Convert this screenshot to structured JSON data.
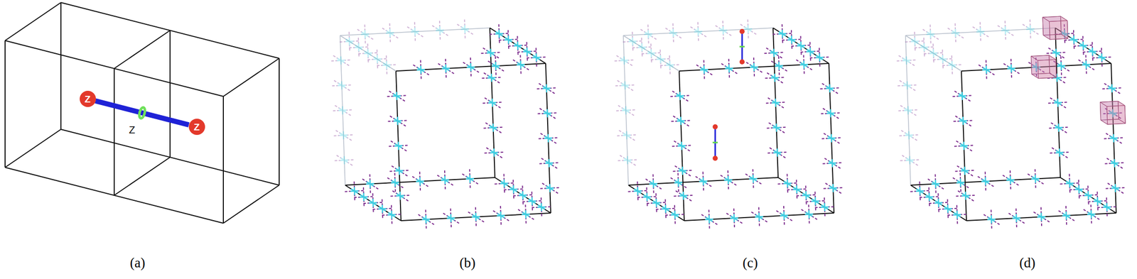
{
  "diagram": {
    "nodes": [
      {
        "text": [
          "Z"
        ]
      },
      {
        "text": [
          "Z"
        ]
      }
    ],
    "edges": [
      {
        "from": 0,
        "to": 1,
        "arrow": "none",
        "label": "Z"
      }
    ],
    "labels": [
      "(a)",
      "(b)",
      "(c)",
      "(d)"
    ]
  }
}
